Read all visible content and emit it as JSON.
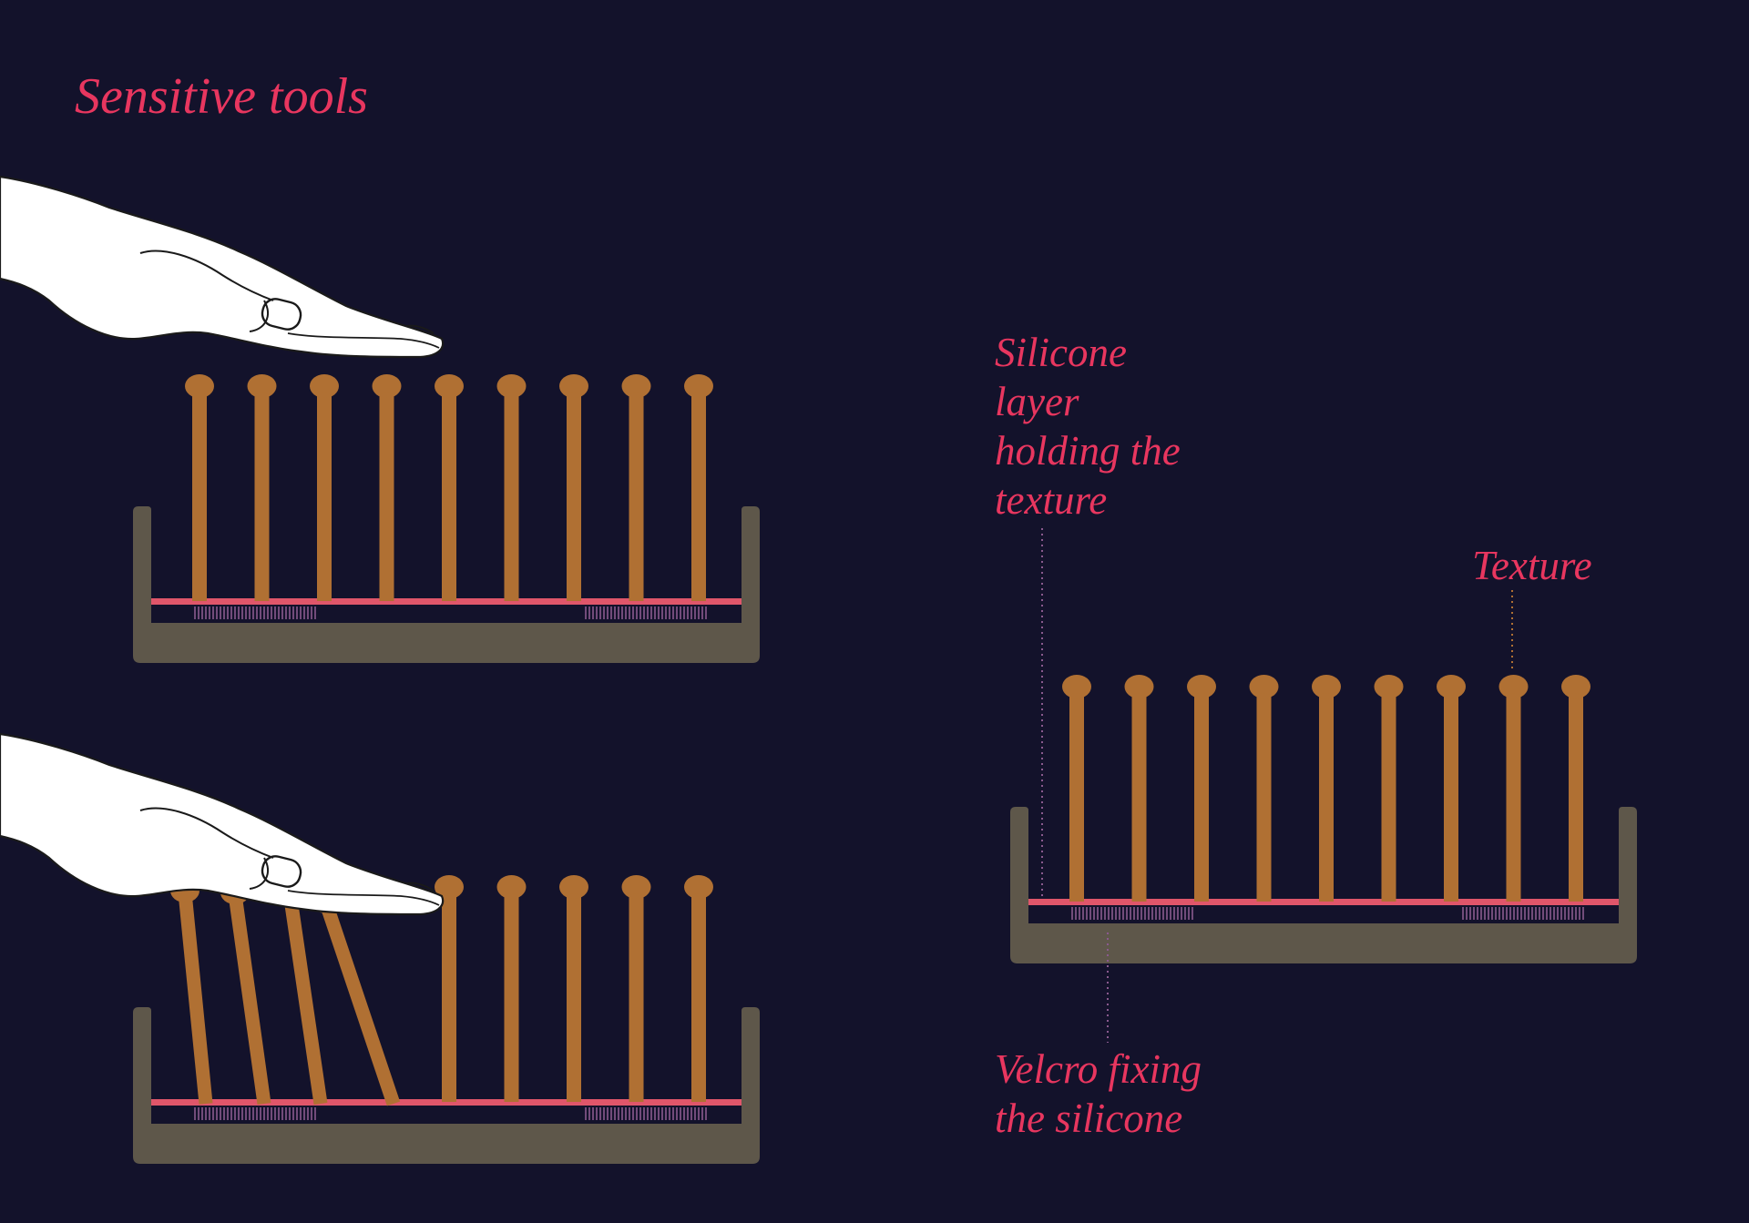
{
  "title": "Sensitive tools",
  "labels": {
    "silicone_layer": "Silicone\nlayer\nholding the\ntexture",
    "texture": "Texture",
    "velcro": "Velcro fixing\nthe silicone"
  },
  "panels": [
    {
      "id": "top-left",
      "hand": true,
      "bristles": 9,
      "bent_bristles": 0
    },
    {
      "id": "bottom-left",
      "hand": true,
      "bristles": 9,
      "bent_bristles": 4
    },
    {
      "id": "right",
      "hand": false,
      "bristles": 9,
      "bent_bristles": 0
    }
  ],
  "colors": {
    "background": "#13122b",
    "tray": "#5e574a",
    "bristle": "#b07033",
    "silicone": "#e0566a",
    "velcro": "#8a5a8e",
    "label": "#e8365f",
    "hand_fill": "#ffffff",
    "hand_stroke": "#1a1a1a"
  }
}
